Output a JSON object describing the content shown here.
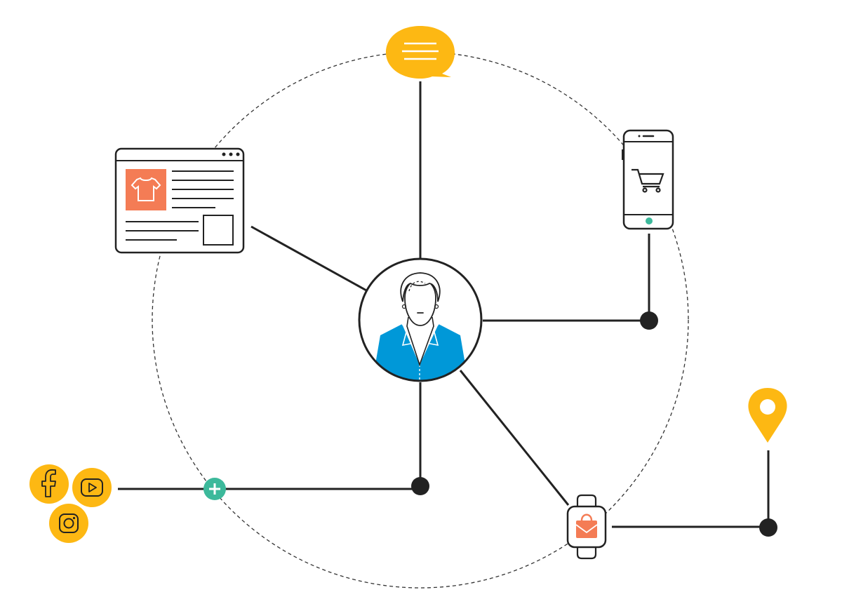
{
  "diagram": {
    "center": {
      "icon": "customer-avatar-icon"
    },
    "nodes": [
      {
        "id": "chat",
        "icon": "chat-bubble-icon"
      },
      {
        "id": "web",
        "icon": "web-browser-product-page-icon"
      },
      {
        "id": "mobile",
        "icon": "smartphone-shopping-cart-icon"
      },
      {
        "id": "social",
        "icon": "social-media-icons"
      },
      {
        "id": "watch",
        "icon": "smartwatch-shopping-bag-icon"
      },
      {
        "id": "location",
        "icon": "location-pin-icon"
      }
    ],
    "social_icons": [
      "facebook-icon",
      "youtube-icon",
      "instagram-icon"
    ],
    "colors": {
      "accent_yellow": "#FDB813",
      "accent_orange": "#F47C55",
      "accent_teal": "#3CB99B",
      "accent_blue": "#0098D8",
      "line": "#222222"
    }
  }
}
